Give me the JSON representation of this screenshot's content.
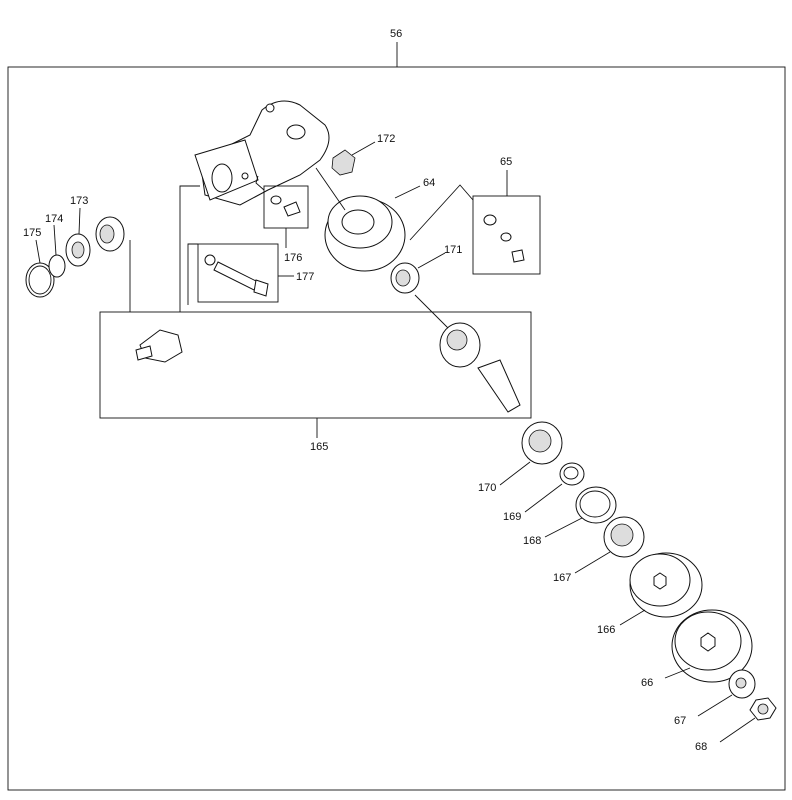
{
  "diagram": {
    "assembly_label": "56",
    "labels": {
      "p172": "172",
      "p64": "64",
      "p65": "65",
      "p175": "175",
      "p174": "174",
      "p173": "173",
      "p176": "176",
      "p177": "177",
      "p171": "171",
      "p165": "165",
      "p170": "170",
      "p169": "169",
      "p168": "168",
      "p167": "167",
      "p166": "166",
      "p66": "66",
      "p67": "67",
      "p68": "68"
    }
  }
}
